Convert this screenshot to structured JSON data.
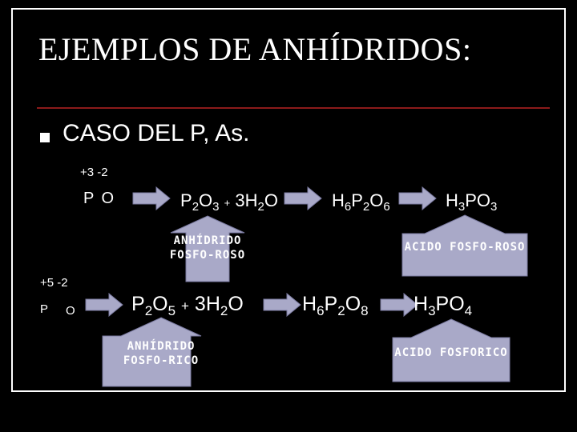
{
  "title": "EJEMPLOS DE ANHÍDRIDOS:",
  "bullet": "CASO DEL P, As.",
  "row1": {
    "oxidation": "+3  -2",
    "elements": "P   O",
    "oxide": {
      "p": "P",
      "p_sub": "2",
      "o": "O",
      "o_sub": "3",
      "plus": "+",
      "water_coef": "3H",
      "water_sub": "2",
      "water_o": "O"
    },
    "acid_intermediate": {
      "h": "H",
      "h_sub": "6",
      "p": "P",
      "p_sub": "2",
      "o": "O",
      "o_sub": "6"
    },
    "acid_final": {
      "h": "H",
      "h_sub": "3",
      "po": "PO",
      "o_sub": "3"
    },
    "anhydride_label": "ANHÍDRIDO FOSFO-ROSO",
    "acid_label": "ACIDO FOSFO-ROSO"
  },
  "row2": {
    "oxidation": "+5  -2",
    "elements_p": "P",
    "elements_o": "O",
    "oxide": {
      "p": "P",
      "p_sub": "2",
      "o": "O",
      "o_sub": "5",
      "plus": "+",
      "water_coef": "3H",
      "water_sub": "2",
      "water_o": "O"
    },
    "acid_intermediate": {
      "h": "H",
      "h_sub": "6",
      "p": "P",
      "p_sub": "2",
      "o": "O",
      "o_sub": "8"
    },
    "acid_final": {
      "h": "H",
      "h_sub": "3",
      "po": "PO",
      "o_sub": "4"
    },
    "anhydride_label": "ANHÍDRIDO FOSFO-RICO",
    "acid_label": "ACIDO FOSFORICO"
  },
  "colors": {
    "background": "#000000",
    "arrow_fill": "#a9a9c8",
    "arrow_stroke": "#7a7aa0",
    "rule": "#8b1a1a"
  }
}
